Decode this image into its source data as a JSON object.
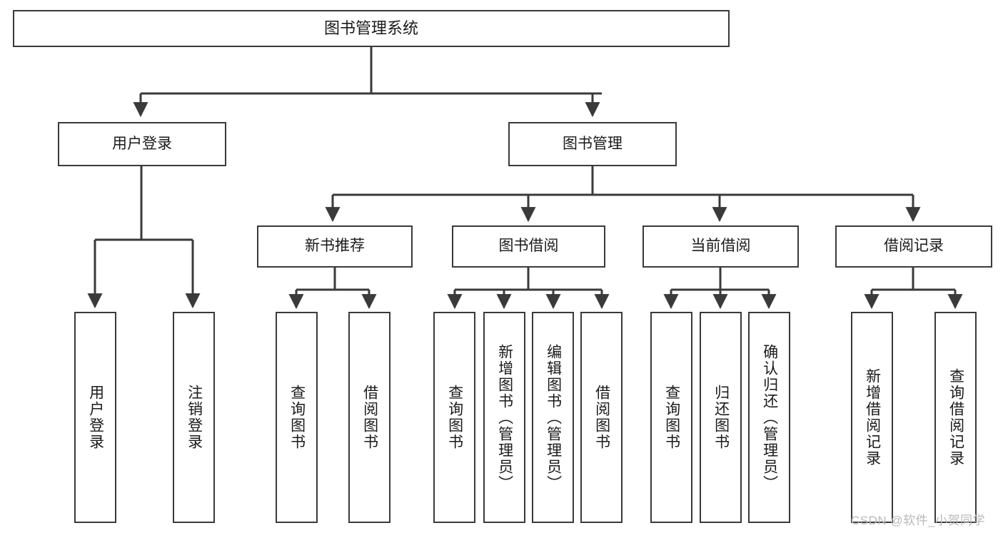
{
  "diagram": {
    "type": "tree-hierarchy-chart",
    "title": "图书管理系统",
    "stroke_color": "#3a3a3a",
    "text_color": "#1a1a1a",
    "background": "#ffffff",
    "levels": {
      "root": {
        "label": "图书管理系统"
      },
      "level1": [
        {
          "label": "用户登录"
        },
        {
          "label": "图书管理"
        }
      ],
      "level2": [
        {
          "label": "新书推荐"
        },
        {
          "label": "图书借阅"
        },
        {
          "label": "当前借阅"
        },
        {
          "label": "借阅记录"
        }
      ]
    },
    "leaves": {
      "user_login": [
        {
          "label": "用户登录"
        },
        {
          "label": "注销登录"
        }
      ],
      "new_book_recommend": [
        {
          "label": "查询图书"
        },
        {
          "label": "借阅图书"
        }
      ],
      "book_borrow": [
        {
          "label": "查询图书"
        },
        {
          "label": "新增图书（管理员）"
        },
        {
          "label": "编辑图书（管理员）"
        },
        {
          "label": "借阅图书"
        }
      ],
      "current_borrow": [
        {
          "label": "查询图书"
        },
        {
          "label": "归还图书"
        },
        {
          "label": "确认归还（管理员）"
        }
      ],
      "borrow_record": [
        {
          "label": "新增借阅记录"
        },
        {
          "label": "查询借阅记录"
        }
      ]
    }
  },
  "watermark": {
    "text": "CSDN @软件_小贺同学"
  }
}
